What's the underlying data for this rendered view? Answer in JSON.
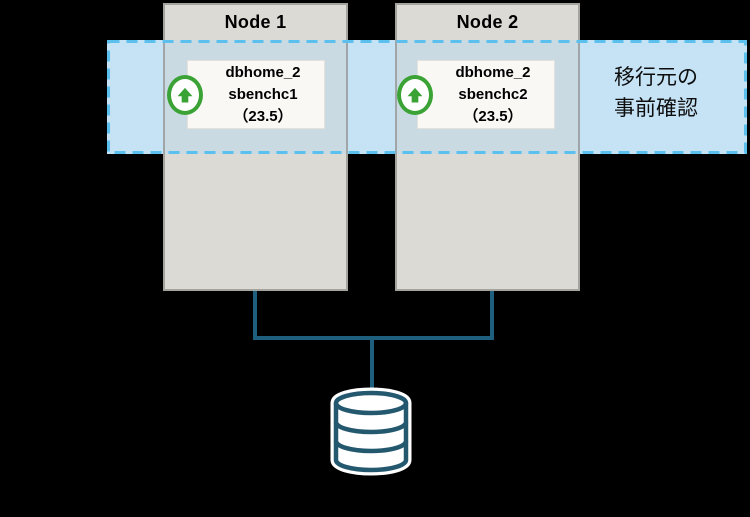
{
  "canvas": {
    "background": "#000000"
  },
  "nodes": [
    {
      "title": "Node 1",
      "dbhome": {
        "home": "dbhome_2",
        "instance": "sbenchc1",
        "version": "（23.5）"
      }
    },
    {
      "title": "Node 2",
      "dbhome": {
        "home": "dbhome_2",
        "instance": "sbenchc2",
        "version": "（23.5）"
      }
    }
  ],
  "precheck_band": {
    "label_lines": [
      "移行元の",
      "事前確認"
    ],
    "fill_color": "#c5e3f5",
    "dash_color": "#5bc0ed"
  },
  "icons": {
    "upgrade_icon": "green-up-arrow-in-circle",
    "storage_icon": "database-cylinder"
  },
  "colors": {
    "node_fill": "#dcdad5",
    "node_border": "#a5a39e",
    "card_fill": "#f9f8f5",
    "connector": "#1e5f7e",
    "cylinder_stroke": "#24586f",
    "upgrade_green": "#3ba336"
  }
}
